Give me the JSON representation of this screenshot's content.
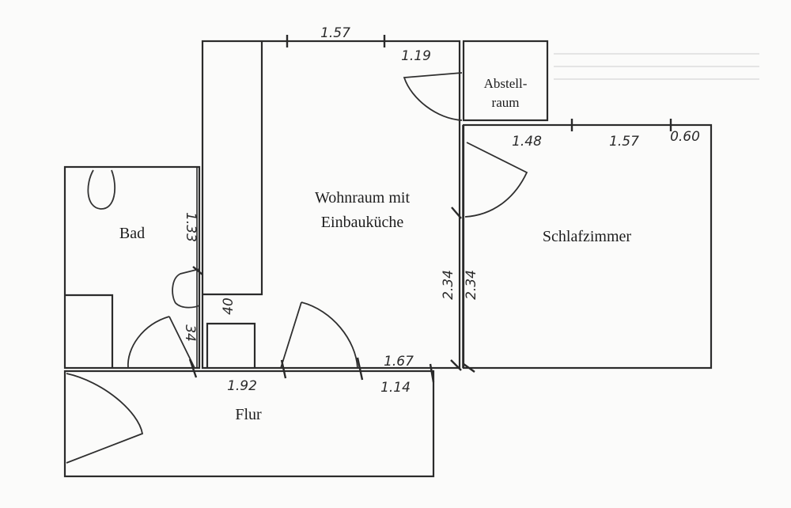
{
  "rooms": {
    "wohnraum_line1": "Wohnraum mit",
    "wohnraum_line2": "Einbauküche",
    "abstell_line1": "Abstell-",
    "abstell_line2": "raum",
    "schlafzimmer": "Schlafzimmer",
    "bad": "Bad",
    "flur": "Flur"
  },
  "dimensions": {
    "top_width": "1.57",
    "top_right": "1.19",
    "bed_1": "1.48",
    "bed_2": "1.57",
    "bed_3": "0.60",
    "bad_wall": "1.33",
    "short_40": "40",
    "short_34": "34",
    "wall_234_left": "2.34",
    "wall_234_right": "2.34",
    "flur_192": "1.92",
    "flur_167": "1.67",
    "flur_114": "1.14"
  }
}
